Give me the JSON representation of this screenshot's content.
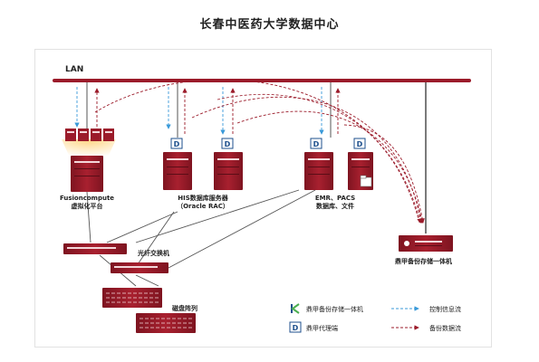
{
  "title": "长春中医药大学数据中心",
  "lan_label": "LAN",
  "nodes": {
    "fusion_line1": "Fusioncompute",
    "fusion_line2": "虚拟化平台",
    "his_line1": "HIS数据库服务器",
    "his_line2": "（Oracle RAC）",
    "emr_line1": "EMR、PACS",
    "emr_line2": "数据库、文件",
    "switch_label": "光纤交换机",
    "array_label": "磁盘阵列",
    "backup_label": "鼎甲备份存储一体机"
  },
  "legend": {
    "appliance": "鼎甲备份存储一体机",
    "proxy": "鼎甲代理端",
    "control": "控制信息流",
    "backup": "备份数据流"
  },
  "colors": {
    "accent": "#9b1b2a",
    "control_flow": "#3a9ad9",
    "backup_flow": "#9b1b2a",
    "line_gray": "#555555"
  }
}
